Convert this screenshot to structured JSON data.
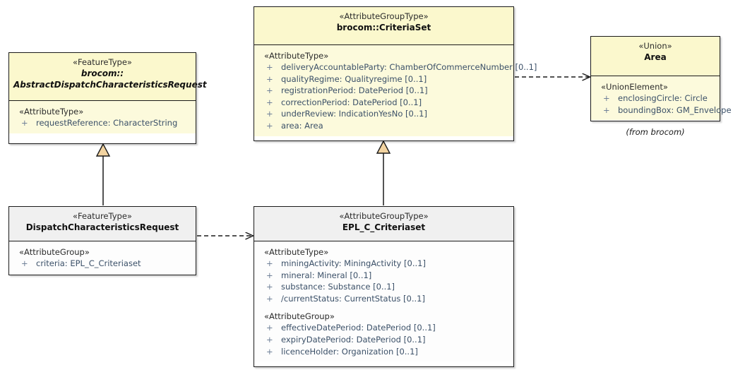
{
  "diagram": {
    "type": "uml-class-diagram",
    "background": "#ffffff",
    "note": {
      "text": "(from brocom)"
    },
    "colors": {
      "brocom_header_fill": "#fbf8cd",
      "brocom_body_fill": "#fcfadc",
      "local_header_fill": "#f0f0f0",
      "local_body_fill": "#fdfdfd",
      "border": "#1a1a1a",
      "attribute_text": "#3b5068",
      "generalization_arrow_fill": "#f2d3a0"
    }
  },
  "classes": [
    {
      "id": "abstract-dispatch-characteristics-request",
      "stereotype": "«FeatureType»",
      "name_lines": [
        "brocom::",
        "AbstractDispatchCharacteristicsRequest"
      ],
      "abstract": true,
      "fill": "yellow",
      "compartments": [
        {
          "group_stereotype": "«AttributeType»",
          "attributes": [
            {
              "visibility": "+",
              "text": "requestReference: CharacterString"
            }
          ]
        }
      ]
    },
    {
      "id": "criteria-set",
      "stereotype": "«AttributeGroupType»",
      "name_lines": [
        "brocom::CriteriaSet"
      ],
      "abstract": false,
      "fill": "yellow",
      "compartments": [
        {
          "group_stereotype": "«AttributeType»",
          "attributes": [
            {
              "visibility": "+",
              "text": "deliveryAccountableParty: ChamberOfCommerceNumber [0..1]"
            },
            {
              "visibility": "+",
              "text": "qualityRegime: Qualityregime [0..1]"
            },
            {
              "visibility": "+",
              "text": "registrationPeriod: DatePeriod [0..1]"
            },
            {
              "visibility": "+",
              "text": "correctionPeriod: DatePeriod [0..1]"
            },
            {
              "visibility": "+",
              "text": "underReview: IndicationYesNo [0..1]"
            },
            {
              "visibility": "+",
              "text": "area: Area"
            }
          ]
        }
      ]
    },
    {
      "id": "area",
      "stereotype": "«Union»",
      "name_lines": [
        "Area"
      ],
      "abstract": false,
      "fill": "yellow",
      "compartments": [
        {
          "group_stereotype": "«UnionElement»",
          "attributes": [
            {
              "visibility": "+",
              "text": "enclosingCircle: Circle"
            },
            {
              "visibility": "+",
              "text": "boundingBox: GM_Envelope"
            }
          ]
        }
      ]
    },
    {
      "id": "dispatch-characteristics-request",
      "stereotype": "«FeatureType»",
      "name_lines": [
        "DispatchCharacteristicsRequest"
      ],
      "abstract": false,
      "fill": "gray",
      "compartments": [
        {
          "group_stereotype": "«AttributeGroup»",
          "attributes": [
            {
              "visibility": "+",
              "text": "criteria: EPL_C_Criteriaset"
            }
          ]
        }
      ]
    },
    {
      "id": "epl-c-criteriaset",
      "stereotype": "«AttributeGroupType»",
      "name_lines": [
        "EPL_C_Criteriaset"
      ],
      "abstract": false,
      "fill": "gray",
      "compartments": [
        {
          "group_stereotype": "«AttributeType»",
          "attributes": [
            {
              "visibility": "+",
              "text": "miningActivity: MiningActivity [0..1]"
            },
            {
              "visibility": "+",
              "text": "mineral: Mineral [0..1]"
            },
            {
              "visibility": "+",
              "text": "substance: Substance [0..1]"
            },
            {
              "visibility": "+",
              "text": "/currentStatus: CurrentStatus [0..1]"
            }
          ]
        },
        {
          "group_stereotype": "«AttributeGroup»",
          "attributes": [
            {
              "visibility": "+",
              "text": "effectiveDatePeriod: DatePeriod [0..1]"
            },
            {
              "visibility": "+",
              "text": "expiryDatePeriod: DatePeriod [0..1]"
            },
            {
              "visibility": "+",
              "text": "licenceHolder: Organization [0..1]"
            }
          ]
        }
      ]
    }
  ],
  "relationships": [
    {
      "id": "gen-dispatch",
      "kind": "generalization",
      "from": "dispatch-characteristics-request",
      "to": "abstract-dispatch-characteristics-request"
    },
    {
      "id": "gen-criteriaset",
      "kind": "generalization",
      "from": "epl-c-criteriaset",
      "to": "criteria-set"
    },
    {
      "id": "dep-criteria",
      "kind": "dependency",
      "from": "dispatch-characteristics-request",
      "to": "epl-c-criteriaset"
    },
    {
      "id": "dep-area",
      "kind": "dependency",
      "from": "criteria-set",
      "to": "area"
    }
  ]
}
